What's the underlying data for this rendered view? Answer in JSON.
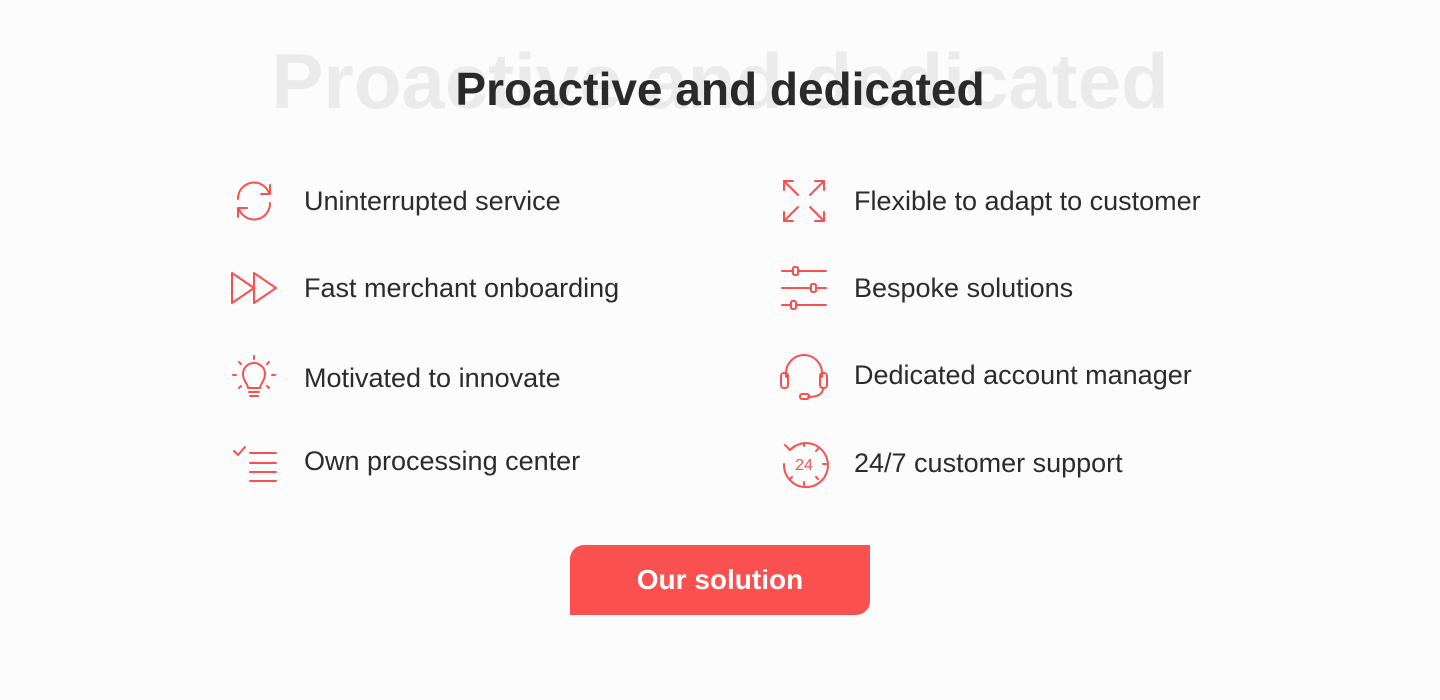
{
  "header": {
    "background_title": "Proactive and dedicated",
    "title": "Proactive and dedicated"
  },
  "features": {
    "left": [
      {
        "label": "Uninterrupted service",
        "icon": "refresh-icon"
      },
      {
        "label": "Fast merchant onboarding",
        "icon": "fast-forward-icon"
      },
      {
        "label": "Motivated to innovate",
        "icon": "lightbulb-icon"
      },
      {
        "label": "Own processing center",
        "icon": "checklist-icon"
      }
    ],
    "right": [
      {
        "label": "Flexible to adapt to customer",
        "icon": "expand-icon"
      },
      {
        "label": "Bespoke solutions",
        "icon": "sliders-icon"
      },
      {
        "label": "Dedicated account manager",
        "icon": "headset-icon"
      },
      {
        "label": "24/7 customer support",
        "icon": "support-24-icon",
        "icon_text": "24"
      }
    ]
  },
  "cta": {
    "label": "Our solution"
  },
  "colors": {
    "accent": "#fb5050",
    "text": "#2b2b2b",
    "watermark": "#ebebeb",
    "background": "#fcfcfc"
  }
}
